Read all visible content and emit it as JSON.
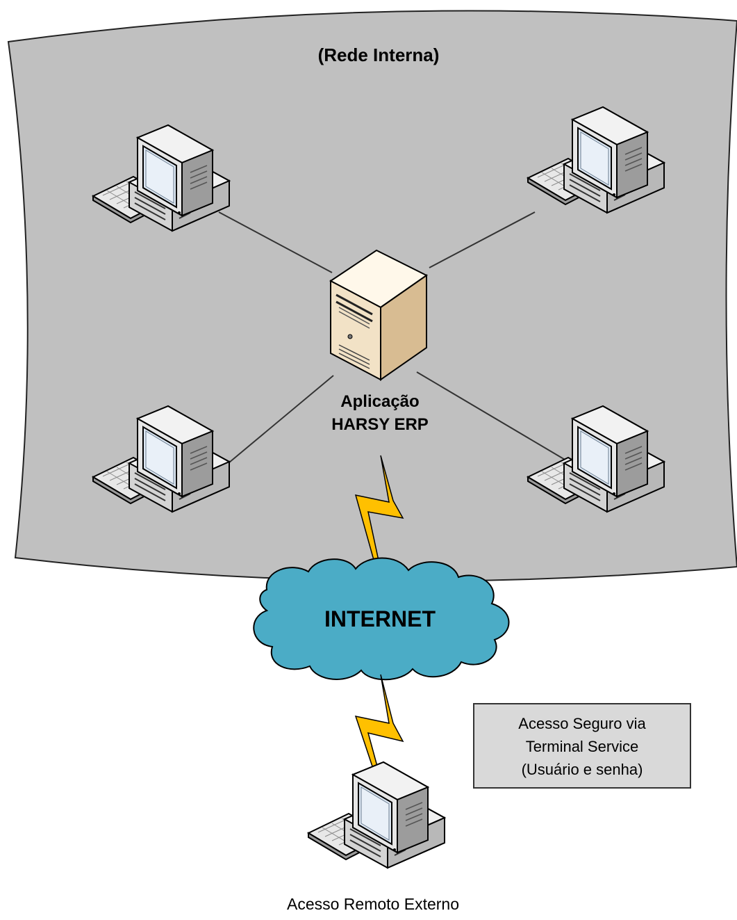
{
  "colors": {
    "network_area": "#c0c0c0",
    "cloud": "#4bacc6",
    "lightning": "#ffc000",
    "note_fill": "#d9d9d9",
    "link_line": "#333333"
  },
  "network": {
    "title": "(Rede Interna)",
    "server_label_line1": "Aplicação",
    "server_label_line2": "HARSY ERP",
    "server_icon": "server-tower-icon",
    "workstation_icon": "desktop-computer-icon"
  },
  "internet": {
    "label": "INTERNET",
    "icon": "cloud-icon"
  },
  "note": {
    "line1": "Acesso Seguro via",
    "line2": "Terminal Service",
    "line3": "(Usuário e senha)"
  },
  "remote": {
    "label": "Acesso Remoto Externo"
  }
}
